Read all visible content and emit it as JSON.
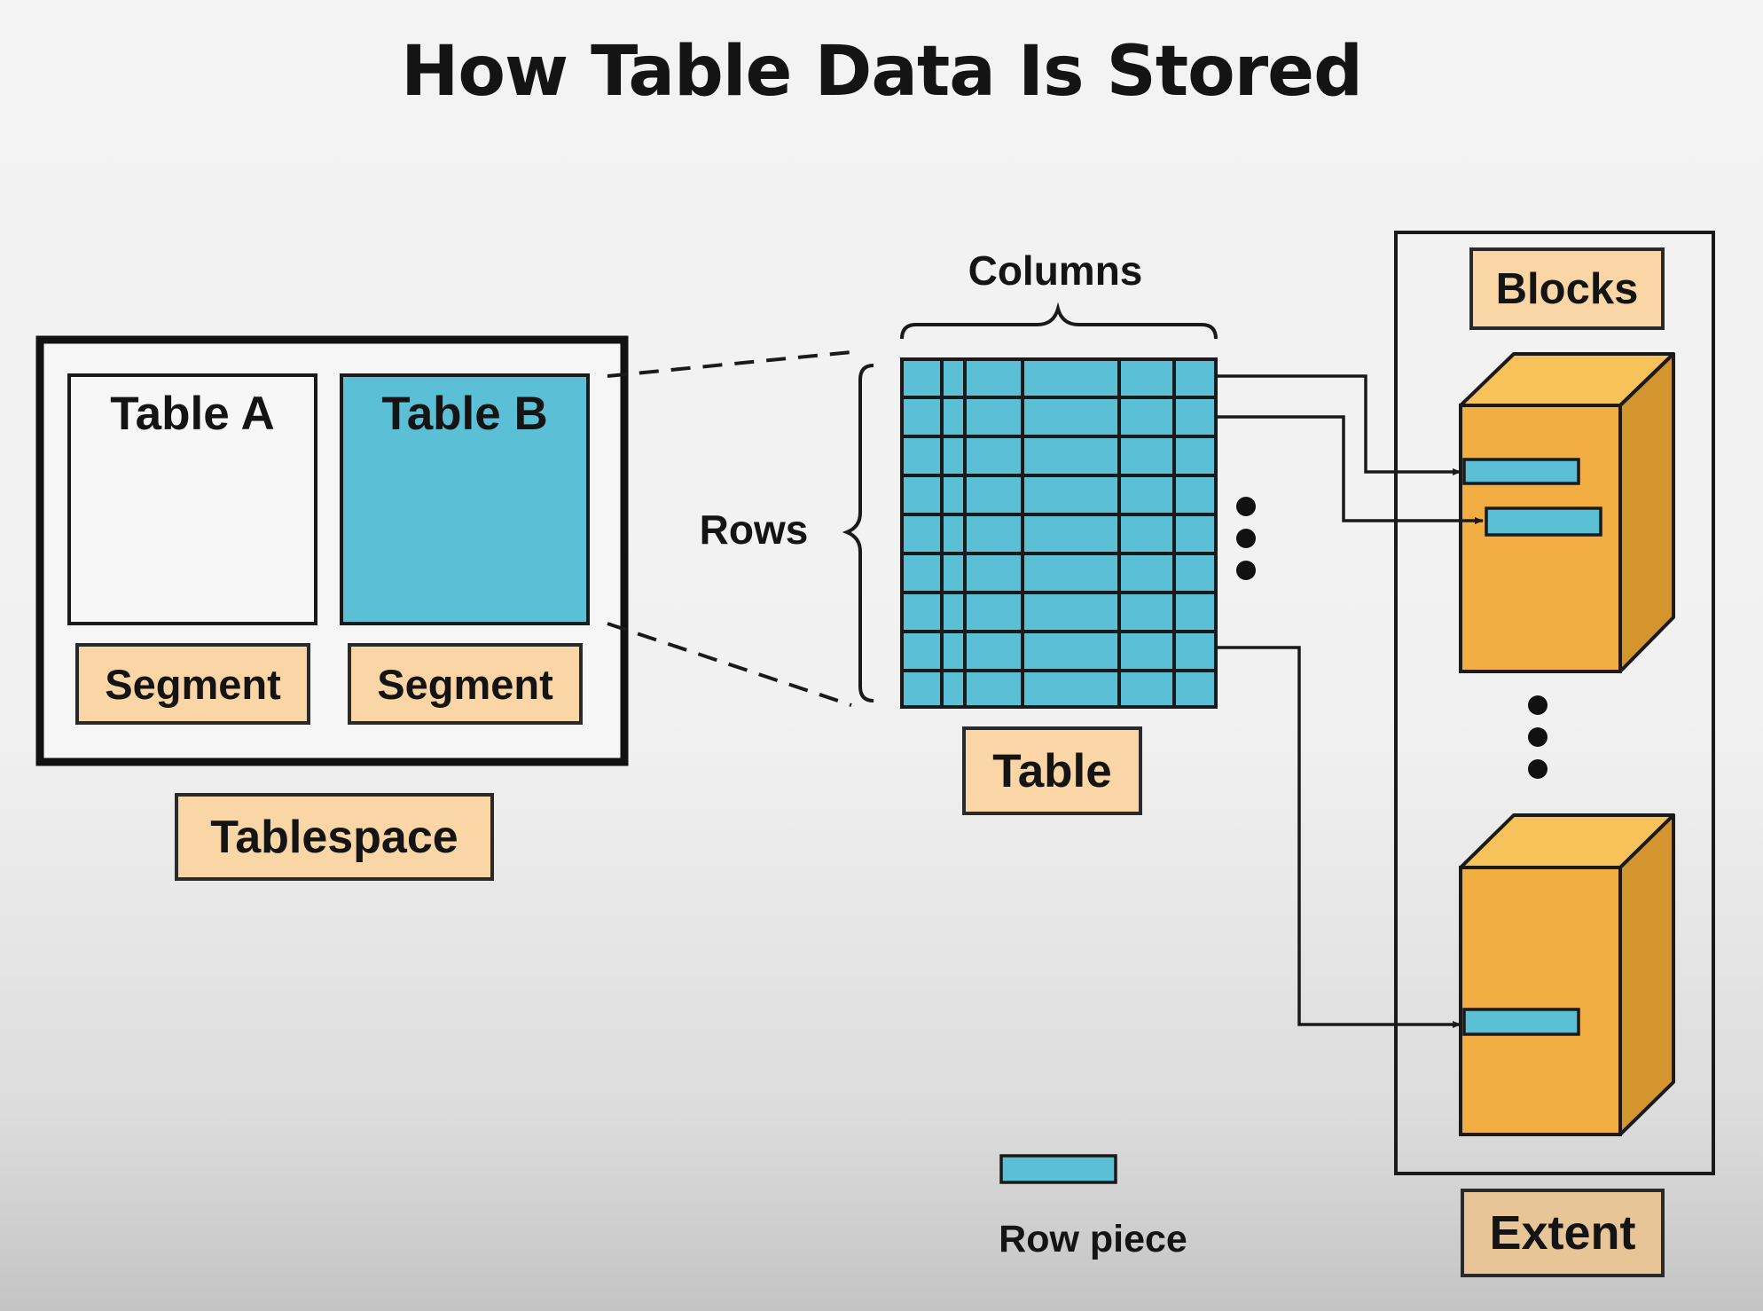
{
  "title": "How Table Data Is Stored",
  "tablespace": {
    "table_a": "Table A",
    "table_b": "Table B",
    "segment_a": "Segment",
    "segment_b": "Segment",
    "label": "Tablespace"
  },
  "table": {
    "columns_label": "Columns",
    "rows_label": "Rows",
    "label": "Table"
  },
  "extent": {
    "blocks_label": "Blocks",
    "label": "Extent"
  },
  "legend": {
    "row_piece_label": "Row piece"
  },
  "colors": {
    "teal": "#5bc0d5",
    "tag_fill": "#fad5a5",
    "block_front": "#f2ae42",
    "block_side": "#d4952f",
    "block_top": "#f8c25a"
  }
}
